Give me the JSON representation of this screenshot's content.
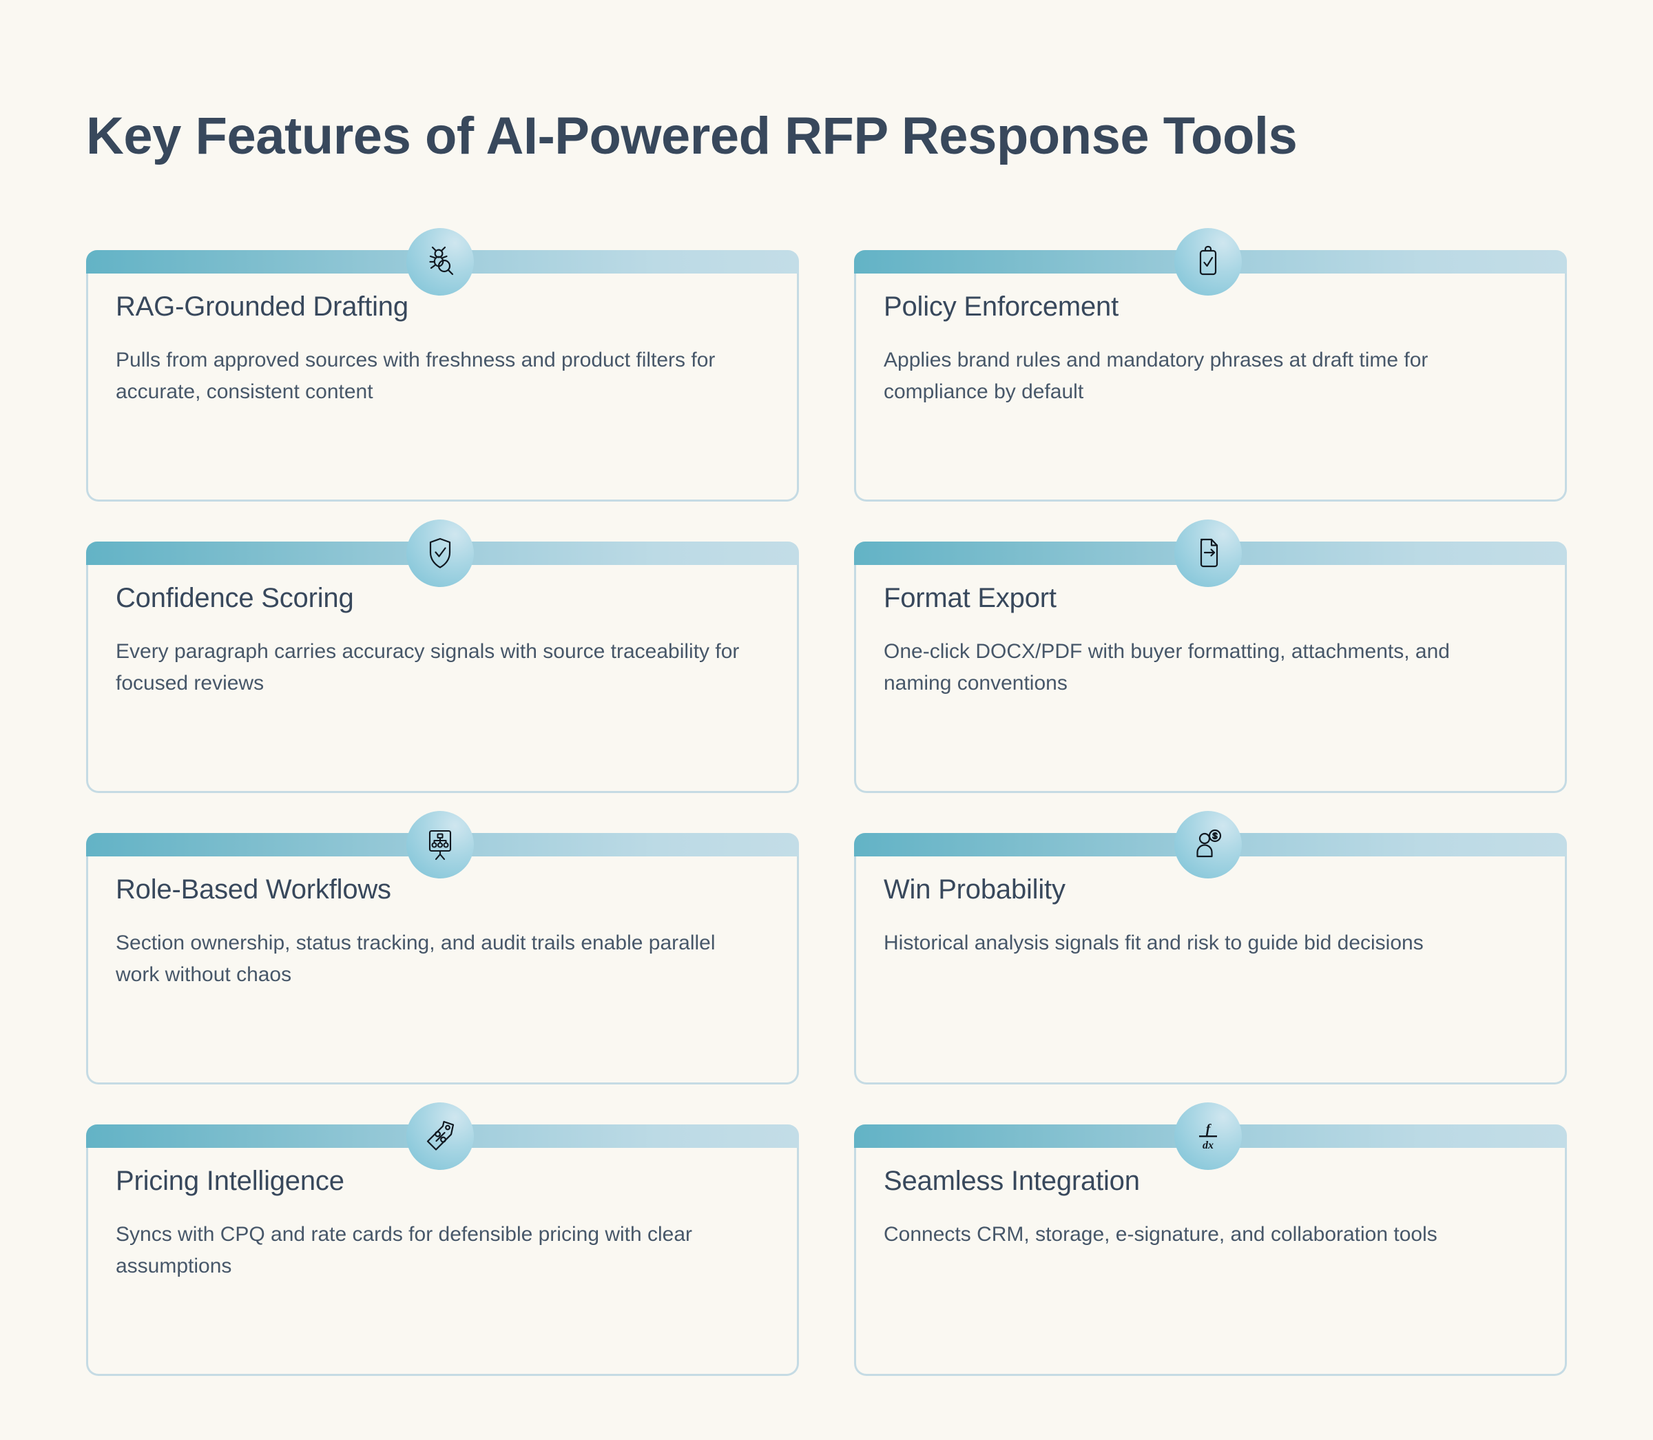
{
  "header": {
    "title": "Key Features of AI-Powered RFP Response Tools"
  },
  "theme": {
    "background": "#faf8f2",
    "title_color": "#38485c",
    "body_text_color": "#475769",
    "accent_start": "#63b3c6",
    "accent_end": "#c3dde7",
    "card_border": "#c5dbe4",
    "badge_color": "#7cc2d6"
  },
  "cards": [
    {
      "icon": "bug-magnifier-icon",
      "title": "RAG-Grounded Drafting",
      "description": "Pulls from approved sources with freshness and product filters for accurate, consistent content"
    },
    {
      "icon": "clipboard-check-icon",
      "title": "Policy Enforcement",
      "description": "Applies brand rules and mandatory phrases at draft time for compliance by default"
    },
    {
      "icon": "shield-check-icon",
      "title": "Confidence Scoring",
      "description": "Every paragraph carries accuracy signals with source traceability for focused reviews"
    },
    {
      "icon": "document-export-icon",
      "title": "Format Export",
      "description": "One-click DOCX/PDF with buyer formatting, attachments, and naming conventions"
    },
    {
      "icon": "org-chart-board-icon",
      "title": "Role-Based Workflows",
      "description": "Section ownership, status tracking, and audit trails enable parallel work without chaos"
    },
    {
      "icon": "person-money-icon",
      "title": "Win Probability",
      "description": "Historical analysis signals fit and risk to guide bid decisions"
    },
    {
      "icon": "price-tag-percent-icon",
      "title": "Pricing Intelligence",
      "description": "Syncs with CPQ and rate cards for defensible pricing with clear assumptions"
    },
    {
      "icon": "derivative-formula-icon",
      "title": "Seamless Integration",
      "description": "Connects CRM, storage, e-signature, and collaboration tools"
    }
  ]
}
